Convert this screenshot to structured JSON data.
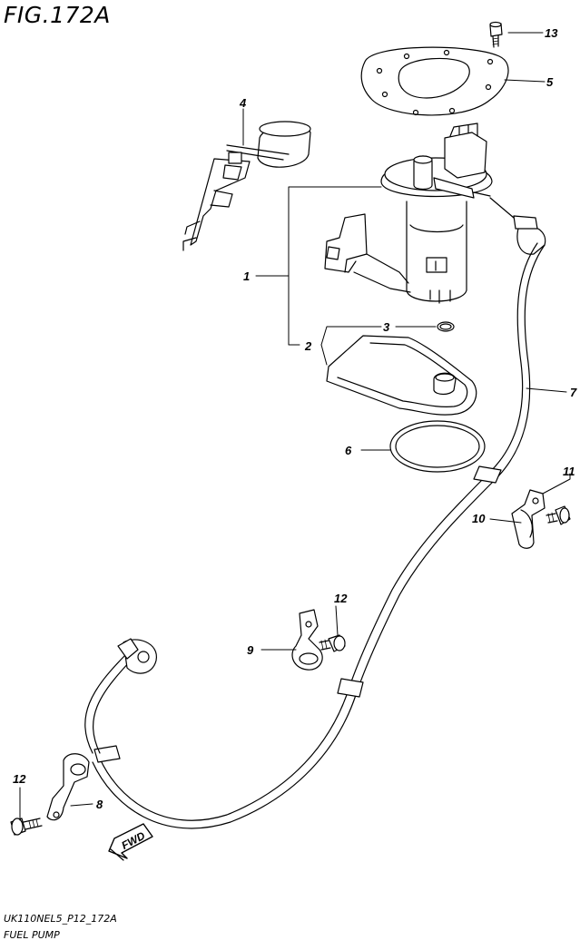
{
  "figure": {
    "title": "FIG.172A"
  },
  "footer": {
    "code": "UK110NEL5_P12_172A",
    "caption": "FUEL PUMP"
  },
  "direction": {
    "label": "FWD"
  },
  "callouts": {
    "c1": "1",
    "c2": "2",
    "c3": "3",
    "c4": "4",
    "c5": "5",
    "c6": "6",
    "c7": "7",
    "c8": "8",
    "c9": "9",
    "c10": "10",
    "c11": "11",
    "c12a": "12",
    "c12b": "12",
    "c13": "13"
  }
}
